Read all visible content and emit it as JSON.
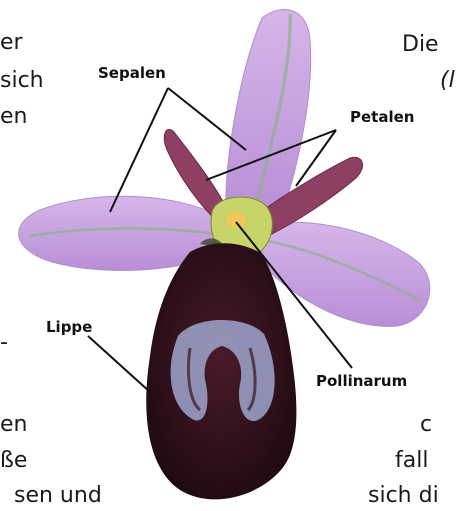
{
  "background_text": {
    "left_lines": [
      "er",
      "sich",
      "en",
      "-",
      "en",
      "ße",
      "sen und"
    ],
    "right_lines": [
      "Die",
      "(l",
      "c",
      "fall",
      "sich di"
    ]
  },
  "labels": {
    "sepalen": "Sepalen",
    "petalen": "Petalen",
    "lippe": "Lippe",
    "pollinarum": "Pollinarum"
  },
  "colors": {
    "sepal": "#c7a3df",
    "sepal_vein": "#8fb089",
    "petal": "#8e3f63",
    "lip": "#3a1420",
    "lip_marking": "#9fa6cf",
    "column": "#c8d36a",
    "leader_line": "#111111"
  }
}
